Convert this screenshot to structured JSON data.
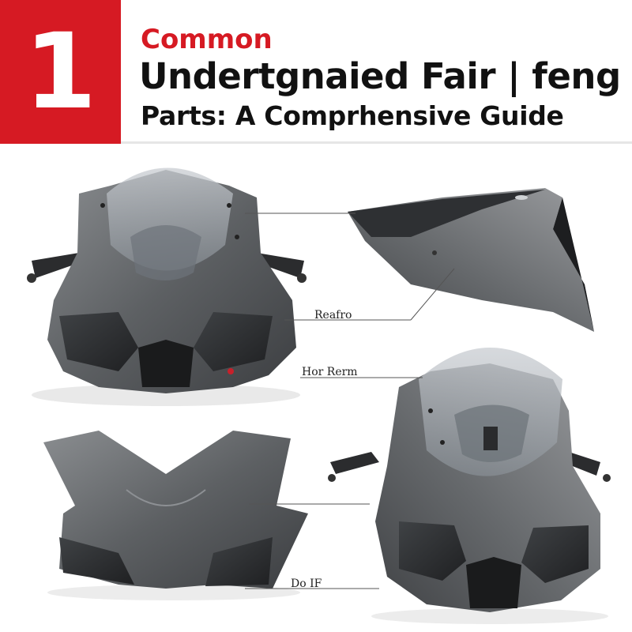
{
  "header": {
    "badge_number": "1",
    "title_line1": "Common",
    "title_line2": "Undertgnaied Fair | feng",
    "title_line3": "Parts: A Comprhensive Guide",
    "accent_color": "#d61a23"
  },
  "callouts": {
    "label_1": "Reafro",
    "label_2": "Hor Rerm",
    "label_3": "Do  IF"
  }
}
